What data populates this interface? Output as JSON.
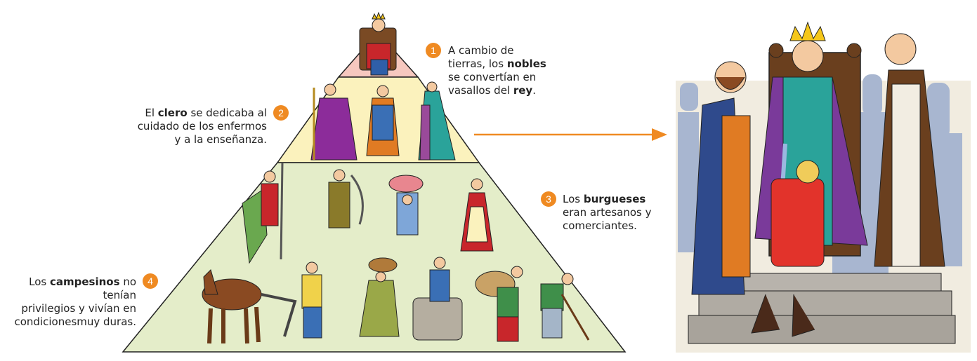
{
  "accent_color": "#ef8a22",
  "pyramid": {
    "tier_colors": [
      "#f6c8bf",
      "#fbf2bd",
      "#e4edc9"
    ]
  },
  "labels": [
    {
      "num": "1",
      "parts": [
        [
          "A cambio de\ntierras, los ",
          false
        ],
        [
          "nobles",
          true
        ],
        [
          "\nse convertían en\nvasallos del ",
          false
        ],
        [
          "rey",
          true
        ],
        [
          ".",
          false
        ]
      ]
    },
    {
      "num": "2",
      "parts": [
        [
          "El ",
          false
        ],
        [
          "clero",
          true
        ],
        [
          " se dedicaba al\ncuidado de los enfermos\ny a la enseñanza.",
          false
        ]
      ]
    },
    {
      "num": "3",
      "parts": [
        [
          "Los ",
          false
        ],
        [
          "burgueses",
          true
        ],
        [
          "\neran artesanos y\ncomerciantes.",
          false
        ]
      ]
    },
    {
      "num": "4",
      "parts": [
        [
          "Los ",
          false
        ],
        [
          "campesinos",
          true
        ],
        [
          " no tenían\nprivilegios y vivían en\ncondicionesmuy duras.",
          false
        ]
      ]
    }
  ]
}
